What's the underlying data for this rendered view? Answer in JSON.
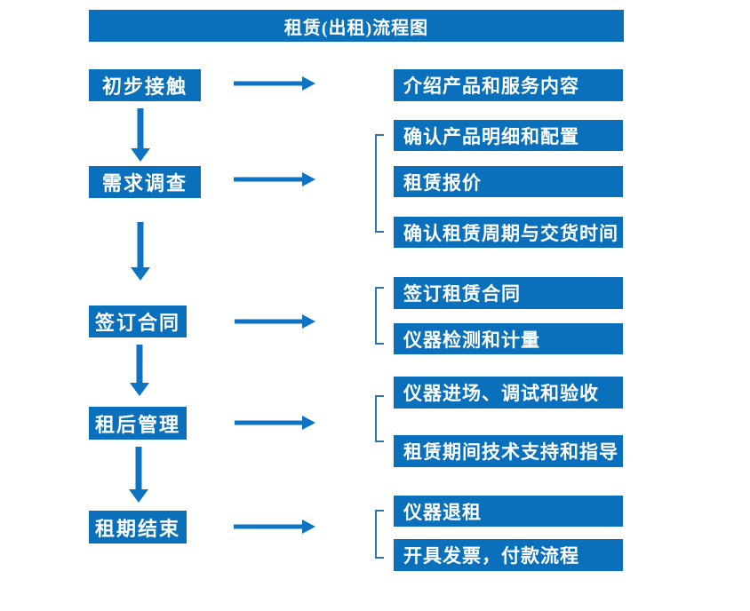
{
  "title": "租赁(出租)流程图",
  "colors": {
    "box_blue": "#0A70BC",
    "arrow_blue": "#0E73C2",
    "bracket_blue": "#2E75B6",
    "text_white": "#FFFFFF"
  },
  "stages": [
    {
      "label": "初步接触",
      "outputs": [
        "介绍产品和服务内容"
      ]
    },
    {
      "label": "需求调查",
      "outputs": [
        "确认产品明细和配置",
        "租赁报价",
        "确认租赁周期与交货时间"
      ]
    },
    {
      "label": "签订合同",
      "outputs": [
        "签订租赁合同",
        "仪器检测和计量"
      ]
    },
    {
      "label": "租后管理",
      "outputs": [
        "仪器进场、调试和验收",
        "租赁期间技术支持和指导"
      ]
    },
    {
      "label": "租期结束",
      "outputs": [
        "仪器退租",
        "开具发票，付款流程"
      ]
    }
  ]
}
